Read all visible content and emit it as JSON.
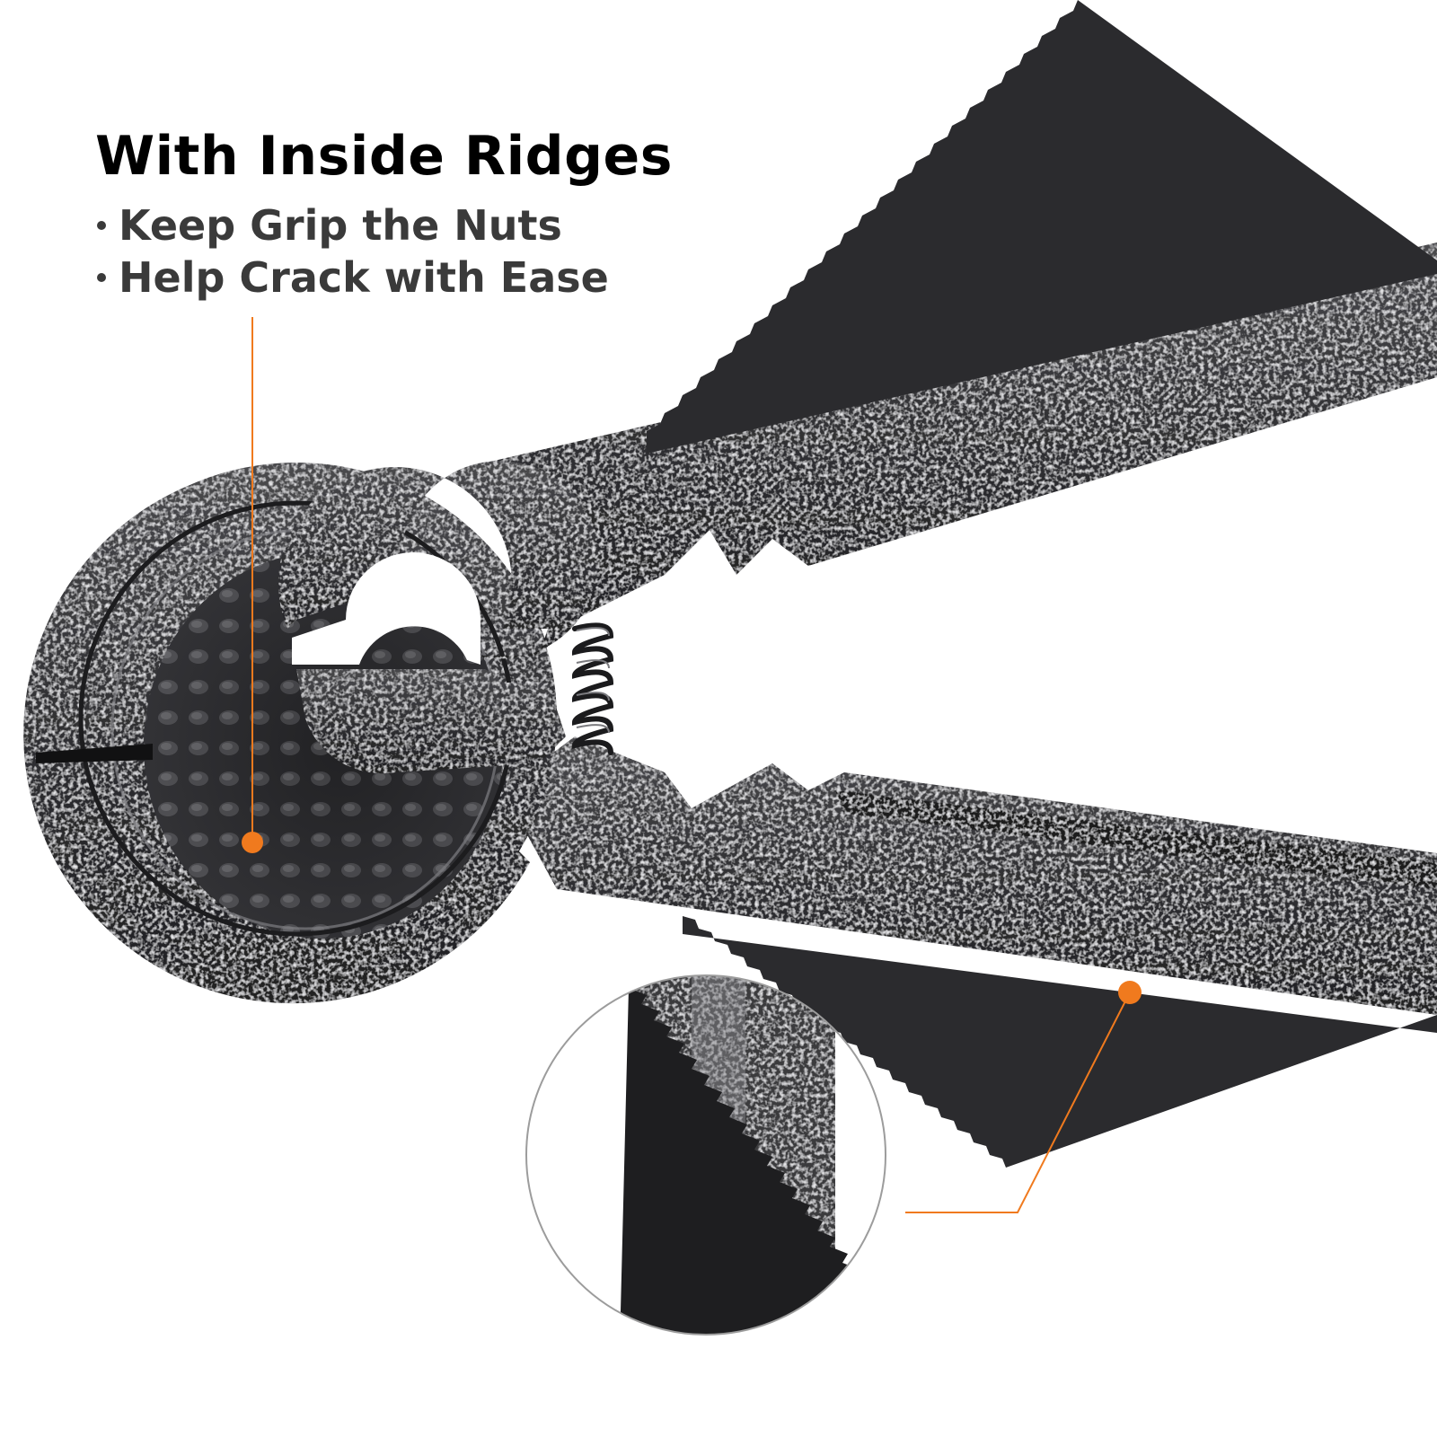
{
  "headline": "With Inside Ridges",
  "bullets": [
    "Keep Grip the Nuts",
    "Help Crack with Ease"
  ],
  "colors": {
    "accent": "#f07a1e",
    "text_headline": "#000000",
    "text_bullet": "#3a3a3a",
    "metal_dark": "#2e2e30",
    "metal_light": "#a9a9ab",
    "background": "#ffffff"
  },
  "icons": {
    "callout_marker": "orange-dot",
    "zoom_detail": "magnified-circle"
  }
}
